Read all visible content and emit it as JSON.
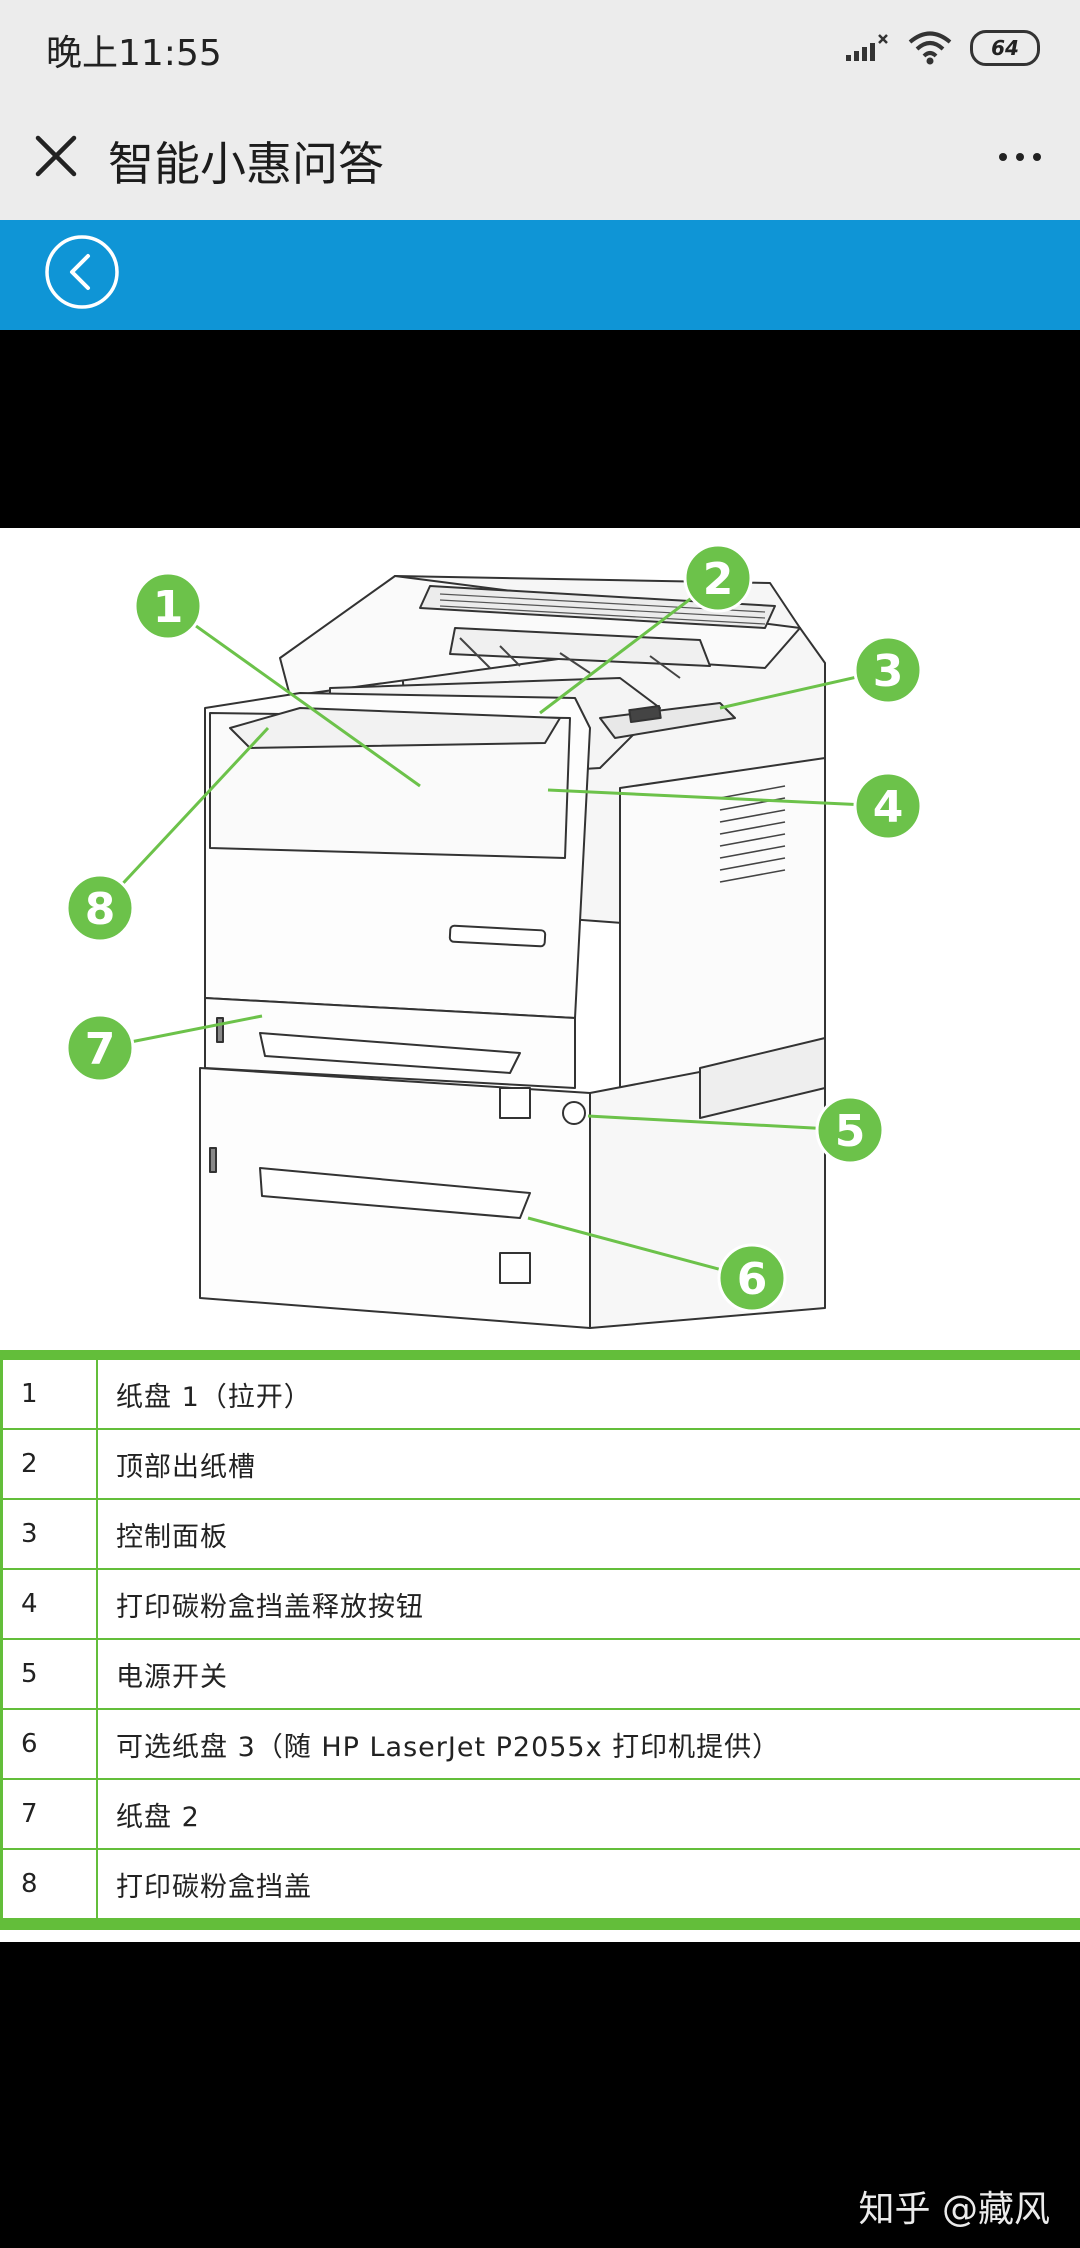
{
  "status_bar": {
    "time": "晚上11:55",
    "battery": "64"
  },
  "header": {
    "title": "智能小惠问答"
  },
  "diagram": {
    "callouts": [
      "1",
      "2",
      "3",
      "4",
      "5",
      "6",
      "7",
      "8"
    ]
  },
  "table": {
    "rows": [
      {
        "num": "1",
        "desc": "纸盘 1（拉开）"
      },
      {
        "num": "2",
        "desc": "顶部出纸槽"
      },
      {
        "num": "3",
        "desc": "控制面板"
      },
      {
        "num": "4",
        "desc": "打印碳粉盒挡盖释放按钮"
      },
      {
        "num": "5",
        "desc": "电源开关"
      },
      {
        "num": "6",
        "desc": "可选纸盘 3（随 HP LaserJet P2055x 打印机提供）"
      },
      {
        "num": "7",
        "desc": "纸盘 2"
      },
      {
        "num": "8",
        "desc": "打印碳粉盒挡盖"
      }
    ]
  },
  "watermark": "知乎 @藏风",
  "colors": {
    "accent_blue": "#0f95d6",
    "table_green": "#63be3a",
    "callout_green": "#6cc24a"
  }
}
